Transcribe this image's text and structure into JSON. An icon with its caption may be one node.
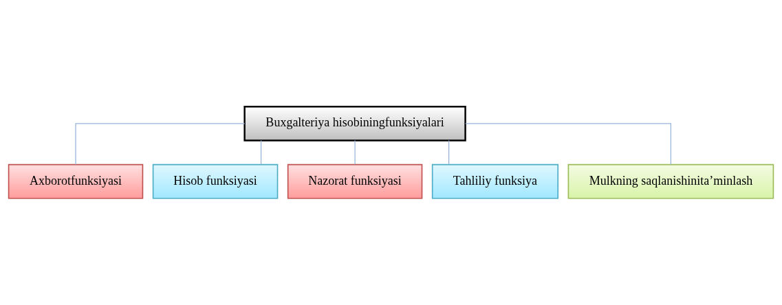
{
  "diagram": {
    "nodes": [
      {
        "text": [
          "Buxgalteriya hisobiningfunksiyalari"
        ]
      },
      {
        "text": [
          "Axborotfunksiyasi"
        ]
      },
      {
        "text": [
          "Hisob funksiyasi"
        ]
      },
      {
        "text": [
          "Nazorat funksiyasi"
        ]
      },
      {
        "text": [
          "Tahliliy funksiya"
        ]
      },
      {
        "text": [
          "Mulkning saqlanishinita’minlash"
        ]
      }
    ],
    "edges": [
      {
        "from": 0,
        "to": 1,
        "arrow": "none"
      },
      {
        "from": 0,
        "to": 2,
        "arrow": "none"
      },
      {
        "from": 0,
        "to": 3,
        "arrow": "none"
      },
      {
        "from": 0,
        "to": 4,
        "arrow": "none"
      },
      {
        "from": 0,
        "to": 5,
        "arrow": "none"
      }
    ]
  }
}
